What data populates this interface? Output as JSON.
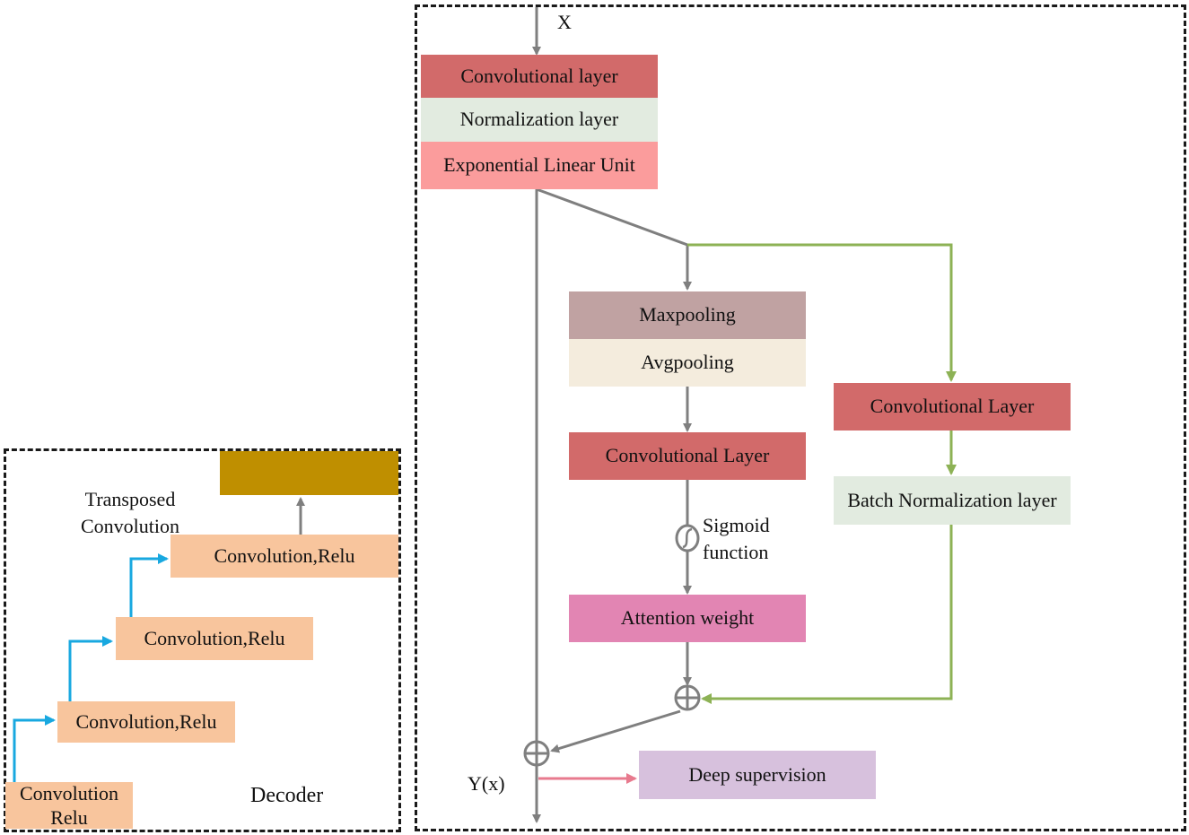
{
  "decoder": {
    "title": "Decoder",
    "transposed_label": "Transposed\nConvolution",
    "blocks": [
      "Convolution\nRelu",
      "Convolution,Relu",
      "Convolution,Relu",
      "Convolution,Relu"
    ]
  },
  "encoder": {
    "input_label": "X",
    "output_label": "Y(x)",
    "stem": [
      "Convolutional layer",
      "Normalization layer",
      "Exponential Linear Unit"
    ],
    "pooling": [
      "Maxpooling",
      "Avgpooling"
    ],
    "attention_conv": "Convolutional Layer",
    "sigmoid_label": "Sigmoid\nfunction",
    "attention_weight": "Attention weight",
    "side_conv": "Convolutional Layer",
    "side_bn": "Batch Normalization layer",
    "deep_supervision": "Deep supervision"
  },
  "colors": {
    "conv_red": "#d26a6a",
    "norm_green": "#e2ebe0",
    "elu_pink": "#fb9c9c",
    "maxpool": "#c0a2a2",
    "avgpool": "#f4ecdd",
    "attention": "#e285b3",
    "deep_sup": "#d7c1dd",
    "decoder_block": "#f8c59d",
    "decoder_out": "#bf8f00",
    "arrow_gray": "#7f7f7f",
    "arrow_green": "#8db255",
    "arrow_blue": "#18a8e0",
    "arrow_pink": "#e87a8e"
  }
}
